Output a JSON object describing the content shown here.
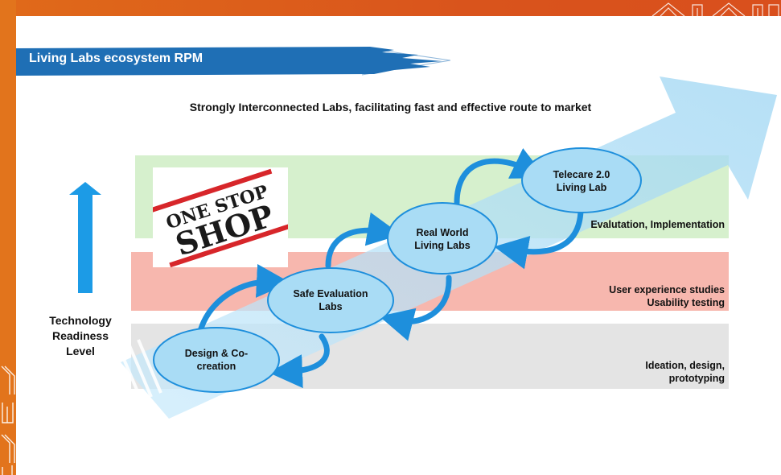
{
  "title": "Living Labs ecosystem RPM",
  "subtitle": "Strongly Interconnected Labs, facilitating fast and effective route to market",
  "y_axis_label": "Technology Readiness Level",
  "logo": {
    "line1": "ONE STOP",
    "line2": "SHOP"
  },
  "nodes": [
    {
      "label": "Design & Co-creation"
    },
    {
      "label": "Safe Evaluation Labs"
    },
    {
      "label": "Real World Living Labs"
    },
    {
      "label": "Telecare 2.0 Living Lab"
    }
  ],
  "bands": [
    {
      "label": "Evalutation, Implementation",
      "color": "#d6f0cd"
    },
    {
      "label": "User experience studies Usability testing",
      "color": "#f7b7ae"
    },
    {
      "label": "Ideation, design, prototyping",
      "color": "#e4e4e4"
    }
  ],
  "colors": {
    "accent_orange": "#e2741c",
    "banner_blue": "#1f6fb5",
    "arrow_light_blue": "#aee0f7",
    "node_fill": "#a9dcf5",
    "cycle_arrow": "#1e8fdc",
    "trl_arrow": "#1c9be6"
  }
}
